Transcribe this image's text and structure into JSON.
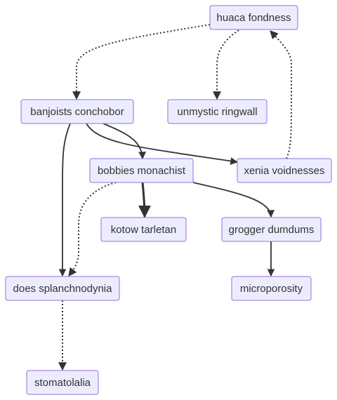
{
  "nodes": {
    "huaca": "huaca fondness",
    "banjoists": "banjoists conchobor",
    "unmystic": "unmystic ringwall",
    "bobbies": "bobbies monachist",
    "xenia": "xenia voidnesses",
    "kotow": "kotow tarletan",
    "grogger": "grogger dumdums",
    "does": "does splanchnodynia",
    "micro": "microporosity",
    "stomato": "stomatolalia"
  },
  "edges": [
    {
      "from": "huaca",
      "to": "banjoists",
      "style": "dotted"
    },
    {
      "from": "huaca",
      "to": "unmystic",
      "style": "dotted"
    },
    {
      "from": "xenia",
      "to": "huaca",
      "style": "dotted"
    },
    {
      "from": "banjoists",
      "to": "does",
      "style": "solid"
    },
    {
      "from": "banjoists",
      "to": "bobbies",
      "style": "solid"
    },
    {
      "from": "banjoists",
      "to": "xenia",
      "style": "solid"
    },
    {
      "from": "bobbies",
      "to": "kotow",
      "style": "thick"
    },
    {
      "from": "bobbies",
      "to": "grogger",
      "style": "solid"
    },
    {
      "from": "bobbies",
      "to": "does",
      "style": "dotted"
    },
    {
      "from": "grogger",
      "to": "micro",
      "style": "solid"
    },
    {
      "from": "does",
      "to": "stomato",
      "style": "dotted"
    }
  ],
  "colors": {
    "node_fill": "#ececff",
    "node_stroke": "#9370db",
    "edge": "#333333",
    "text": "#333333"
  }
}
